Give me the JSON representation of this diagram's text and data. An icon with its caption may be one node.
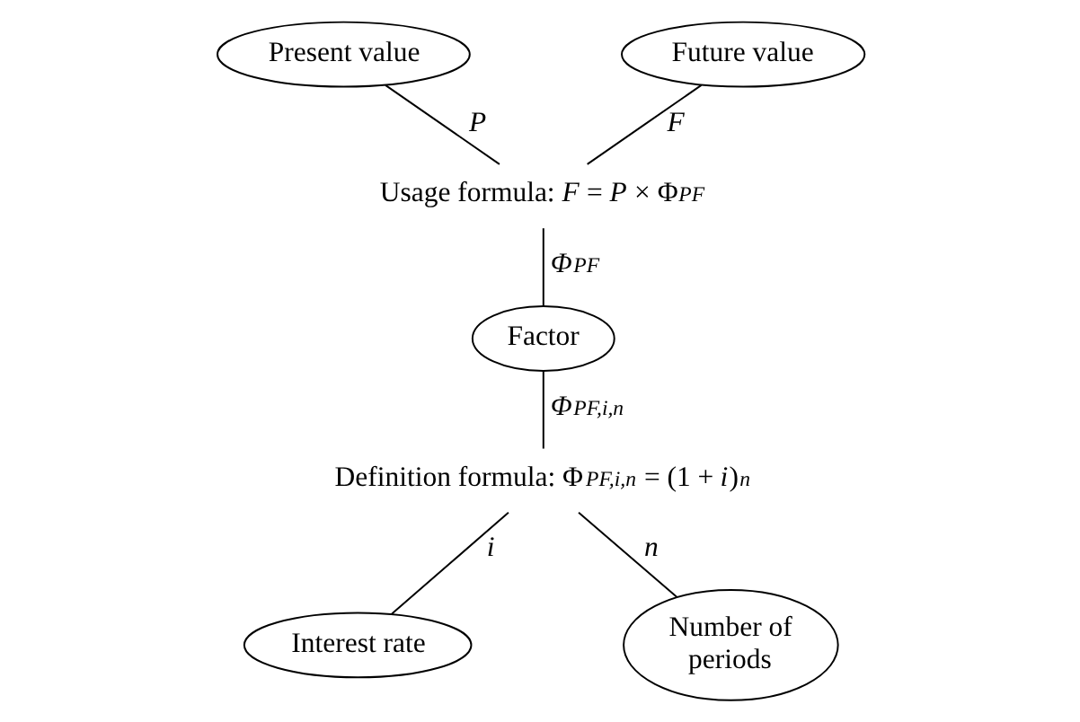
{
  "diagram": {
    "nodes": [
      {
        "text": [
          "Present value"
        ]
      },
      {
        "text": [
          "Future value"
        ]
      },
      {
        "text": [
          "Usage formula: *F* = *P* × Φ$_{PF}$"
        ]
      },
      {
        "text": [
          "Factor"
        ]
      },
      {
        "text": [
          "Definition formula: Φ$_{PF,i,n}$ = (1 + *i*)$^{n}$"
        ]
      },
      {
        "text": [
          "Interest rate"
        ]
      },
      {
        "text": [
          "Number of periods"
        ]
      }
    ],
    "edges": [
      {
        "from": 0,
        "to": 2,
        "arrow": "none",
        "label": "P"
      },
      {
        "from": 1,
        "to": 2,
        "arrow": "none",
        "label": "F"
      },
      {
        "from": 2,
        "to": 3,
        "arrow": "none",
        "label": "Φ$_{PF}$"
      },
      {
        "from": 3,
        "to": 4,
        "arrow": "none",
        "label": "Φ$_{PF,i,n}$"
      },
      {
        "from": 4,
        "to": 5,
        "arrow": "none",
        "label": "i"
      },
      {
        "from": 4,
        "to": 6,
        "arrow": "none",
        "label": "n"
      }
    ]
  }
}
